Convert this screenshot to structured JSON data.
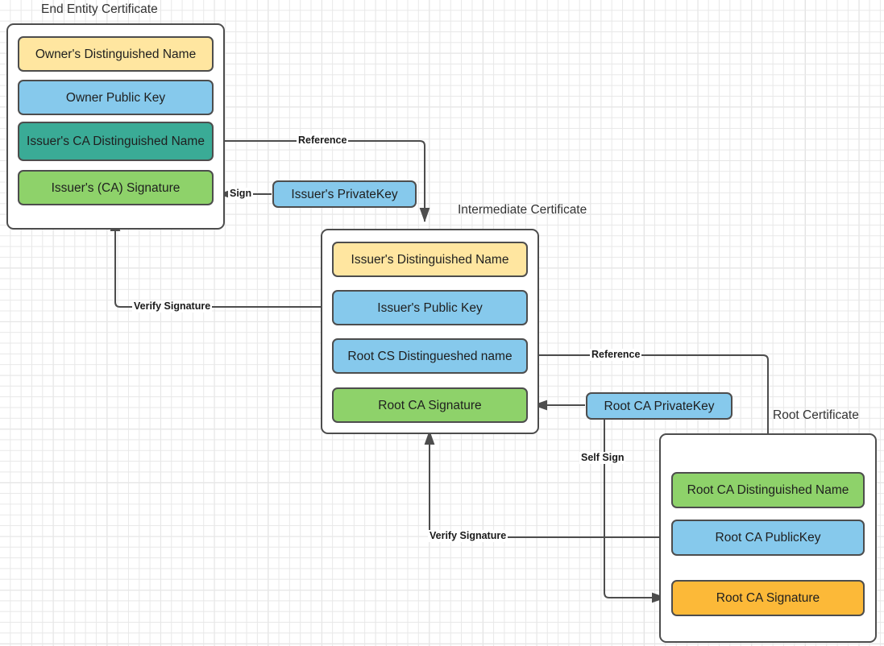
{
  "diagram": {
    "title_end_entity": "End Entity Certificate",
    "title_intermediate": "Intermediate Certificate",
    "title_root": "Root Certificate",
    "end_entity_fields": [
      {
        "label": "Owner's Distinguished Name",
        "color": "#ffe6a0"
      },
      {
        "label": "Owner Public  Key",
        "color": "#86c9ec"
      },
      {
        "label": "Issuer's CA Distinguished Name",
        "color": "#3aab96"
      },
      {
        "label": "Issuer's (CA) Signature",
        "color": "#8ed26a"
      }
    ],
    "intermediate_fields": [
      {
        "label": "Issuer's Distinguished Name",
        "color": "#ffe6a0"
      },
      {
        "label": "Issuer's Public  Key",
        "color": "#86c9ec"
      },
      {
        "label": "Root CS Distingueshed name",
        "color": "#86c9ec"
      },
      {
        "label": "Root CA Signature",
        "color": "#8ed26a"
      }
    ],
    "root_fields": [
      {
        "label": "Root CA Distinguished Name",
        "color": "#8ed26a"
      },
      {
        "label": "Root CA PublicKey",
        "color": "#86c9ec"
      },
      {
        "label": "Root CA Signature",
        "color": "#fcb938"
      }
    ],
    "keys": [
      {
        "label": "Issuer's PrivateKey",
        "color": "#86c9ec"
      },
      {
        "label": "Root CA PrivateKey",
        "color": "#86c9ec"
      }
    ],
    "edge_labels": [
      {
        "label": "Reference"
      },
      {
        "label": "Sign"
      },
      {
        "label": "Verify Signature"
      },
      {
        "label": "Reference"
      },
      {
        "label": "Self Sign"
      },
      {
        "label": "Verify Signature"
      }
    ]
  }
}
